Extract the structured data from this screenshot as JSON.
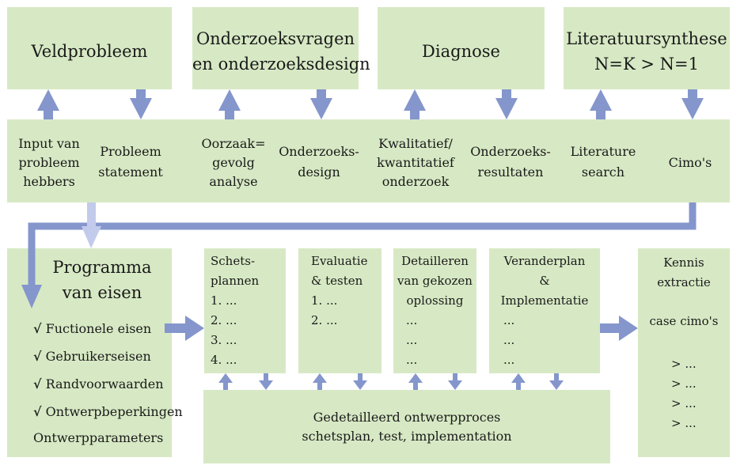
{
  "top_boxes": {
    "veldprobleem": [
      "Veldprobleem"
    ],
    "onderzoeksvragen": [
      "Onderzoeksvragen",
      "en onderzoeksdesign"
    ],
    "diagnose": [
      "Diagnose"
    ],
    "literatuursynthese": [
      "Literatuursynthese",
      "N=K > N=1"
    ]
  },
  "middle_band": {
    "input": [
      "Input van",
      "probleem",
      "hebbers"
    ],
    "probleem": [
      "Probleem",
      "statement"
    ],
    "oorzaak": [
      "Oorzaak=",
      "gevolg",
      "analyse"
    ],
    "design": [
      "Onderzoeks-",
      "design"
    ],
    "kwalitatief": [
      "Kwalitatief/",
      "kwantitatief",
      "onderzoek"
    ],
    "resultaten": [
      "Onderzoeks-",
      "resultaten"
    ],
    "literature": [
      "Literature",
      "search"
    ],
    "cimos": [
      "Cimo's"
    ]
  },
  "programma": {
    "title": [
      "Programma",
      "van eisen"
    ],
    "check": "√",
    "items": [
      "Fuctionele eisen",
      "Gebruikerseisen",
      "Randvoorwaarden",
      "Ontwerpbeperkingen"
    ],
    "extra": "Ontwerpparameters"
  },
  "schets": [
    "Schets-",
    "plannen",
    "1. ...",
    "2. ...",
    "3. ...",
    "4. ..."
  ],
  "evaluatie": [
    "Evaluatie",
    "& testen",
    "1. ...",
    "2. ..."
  ],
  "detailleren": [
    "Detailleren",
    "van gekozen",
    "oplossing",
    "...",
    "...",
    "..."
  ],
  "veranderplan": [
    "Veranderplan",
    "&",
    "Implementatie",
    "...",
    "...",
    "..."
  ],
  "kennis": [
    "Kennis",
    "extractie",
    "case cimo's",
    "> ...",
    "> ...",
    "> ...",
    "> ..."
  ],
  "gedetailleerd": [
    "Gedetailleerd ontwerpproces",
    "schetsplan, test, implementation"
  ],
  "colors": {
    "box": "#d7e9c4",
    "arrow": "#8496cc",
    "arrow_light": "#c3cbec"
  }
}
